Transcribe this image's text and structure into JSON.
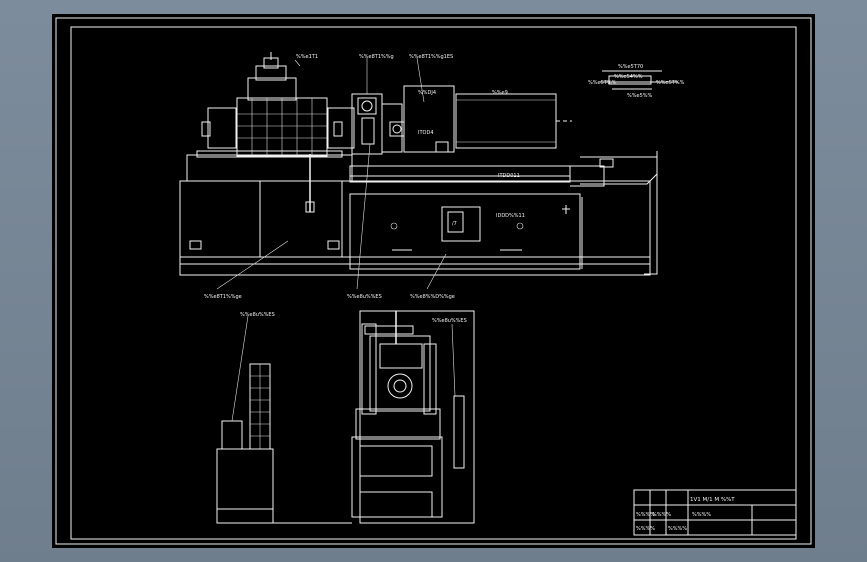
{
  "drawing": {
    "labels": {
      "top_a": "%%e1T1",
      "top_b": "%%e8T1%%g",
      "top_c": "%%e8T1%%g1ES",
      "front_motor": "%%e9",
      "front_ref1": "ITOD4",
      "front_ref2": "%%DJ4",
      "bed_label": "ITDD011",
      "bed_ref": "IDDD%%11",
      "bottom_a": "%%e8T1%%ge",
      "bottom_b": "%%e8u%%ES",
      "bottom_c": "%%e8%%D%%ge",
      "side_a": "%%e8u%%ES",
      "side_b": "%%e8u%%ES"
    },
    "dimensions": {
      "d1": "%%e5T70",
      "d2": "%%e5T%%",
      "d3": "%%e54%%",
      "d4": "%%e5%%",
      "d5": "%%e5T%%"
    },
    "title_block": {
      "title": "1V1 M/1 M %%T",
      "row1a": "%%%%",
      "row1b": "%%%%",
      "row1c": "%%%%",
      "row2a": "%%%%",
      "row2b": "%%%%"
    }
  }
}
